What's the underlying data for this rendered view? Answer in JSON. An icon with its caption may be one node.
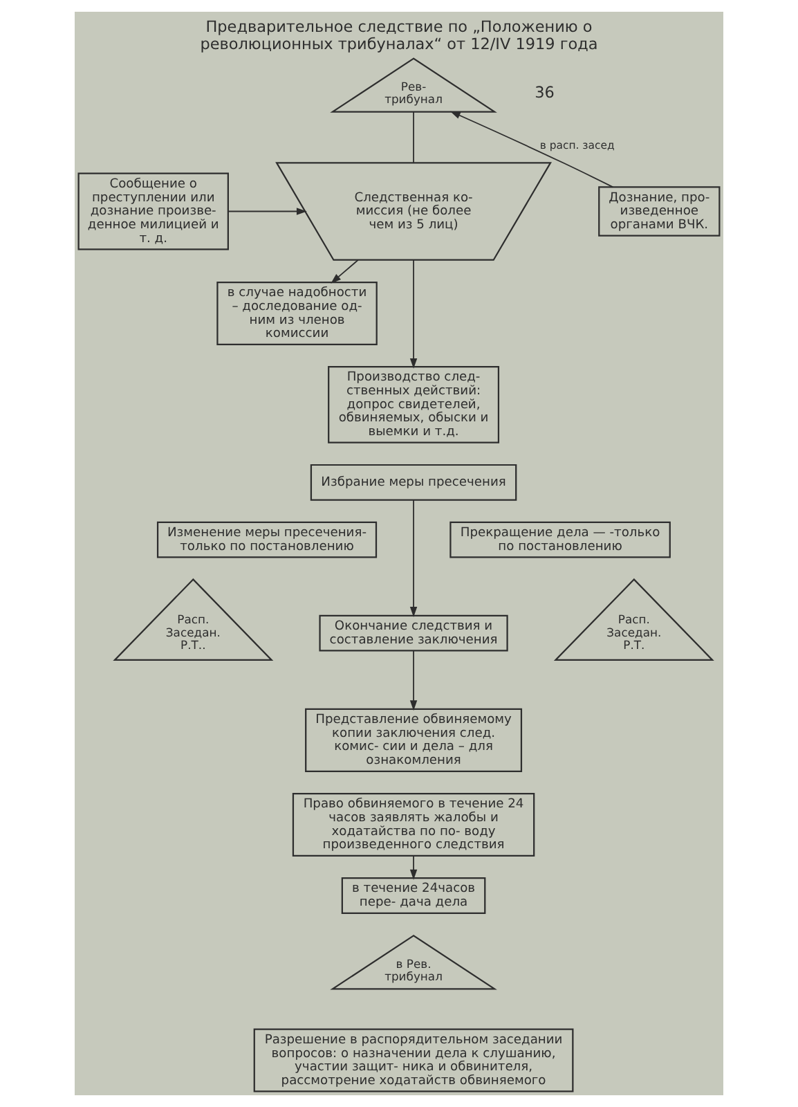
{
  "diagram": {
    "title": "Предварительное следствие по „Положению о революционных трибуналах“ от 12/IV 1919 года",
    "nodes": [
      {
        "text": [
          "Рев- трибунал"
        ]
      },
      {
        "text": [
          "Сообщение о преступлении или дознание произве- денное милицией и т. д."
        ]
      },
      {
        "text": [
          "Дознание, про- изведенное органами ВЧК."
        ]
      },
      {
        "text": [
          "Следственная ко- миссия (не более чем из 5 лиц)"
        ]
      },
      {
        "text": [
          "в случае надобности – доследование од- ним из членов комиссии"
        ]
      },
      {
        "text": [
          "Производство след- ственных действий: допрос свидетелей, обвиняемых, обыски и выемки и т.д."
        ]
      },
      {
        "text": [
          "Избрание меры пресечения"
        ]
      },
      {
        "text": [
          "Изменение меры пресечения- только по постановлению"
        ]
      },
      {
        "text": [
          "Прекращение дела — -только по постановлению"
        ]
      },
      {
        "text": [
          "Расп. Заседан. Р.Т.."
        ]
      },
      {
        "text": [
          "Расп. Заседан. Р.Т."
        ]
      },
      {
        "text": [
          "Окончание следствия и составление заключения"
        ]
      },
      {
        "text": [
          "Представление обвиняемому копии заключения след. комис- сии и дела – для ознакомления"
        ]
      },
      {
        "text": [
          "Право обвиняемого в течение 24 часов заявлять жалобы и ходатайства по по- воду произведенного следствия"
        ]
      },
      {
        "text": [
          "в течение 24часов пере- дача дела"
        ]
      },
      {
        "text": [
          "в Рев. трибунал"
        ]
      },
      {
        "text": [
          "Разрешение в распорядительном заседании вопросов: о назначении дела к слушанию, участии защит- ника и обвинителя, рассмотрение ходатайств обвиняемого"
        ]
      }
    ],
    "edges": [
      {
        "from": 2,
        "to": 0,
        "arrow": "to",
        "label": "в расп. засед"
      },
      {
        "from": 0,
        "to": 3,
        "arrow": "none"
      },
      {
        "from": 1,
        "to": 3,
        "arrow": "to"
      },
      {
        "from": 3,
        "to": 4,
        "arrow": "to"
      },
      {
        "from": 3,
        "to": 5,
        "arrow": "to"
      },
      {
        "from": 6,
        "to": 11,
        "arrow": "to"
      },
      {
        "from": 11,
        "to": 12,
        "arrow": "to"
      },
      {
        "from": 13,
        "to": 14,
        "arrow": "to"
      }
    ],
    "labels": [
      "36"
    ]
  }
}
